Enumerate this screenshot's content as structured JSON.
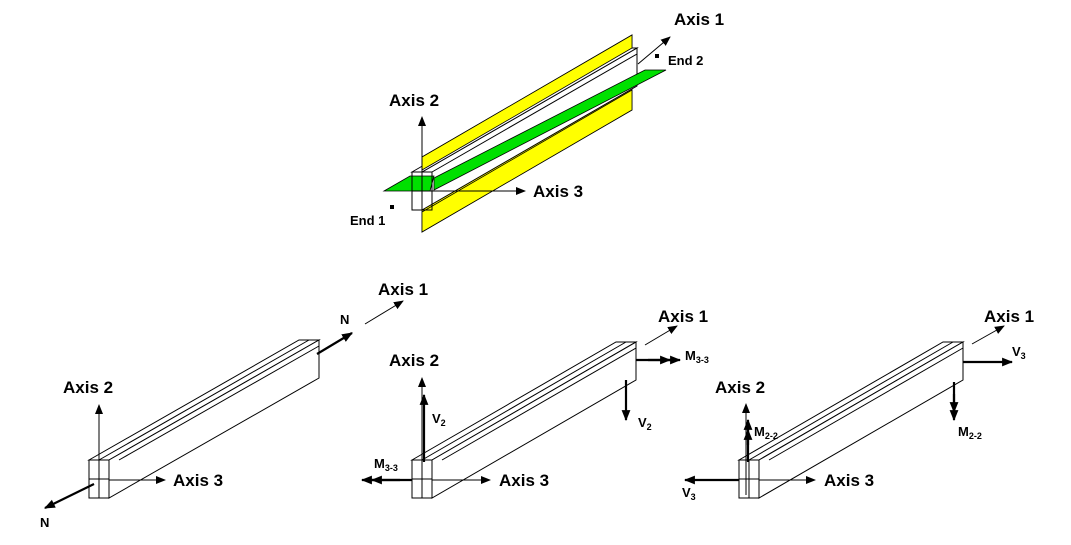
{
  "colors": {
    "plane_axis2": "#ffff00",
    "plane_axis3": "#00e000",
    "line": "#000000"
  },
  "top": {
    "axis1": "Axis 1",
    "axis2": "Axis 2",
    "axis3": "Axis 3",
    "end1": "End 1",
    "end2": "End 2"
  },
  "p1": {
    "axis1": "Axis 1",
    "axis2": "Axis 2",
    "axis3": "Axis 3",
    "n_top": "N",
    "n_bottom": "N"
  },
  "p2": {
    "axis1": "Axis 1",
    "axis2": "Axis 2",
    "axis3": "Axis 3",
    "v_main": "V",
    "v_sub": "2",
    "v_end_main": "V",
    "v_end_sub": "2",
    "m_main": "M",
    "m_sub": "3-3",
    "m_end_main": "M",
    "m_end_sub": "3-3"
  },
  "p3": {
    "axis1": "Axis 1",
    "axis2": "Axis 2",
    "axis3": "Axis 3",
    "m_main": "M",
    "m_sub": "2-2",
    "m_end_main": "M",
    "m_end_sub": "2-2",
    "v_main": "V",
    "v_sub": "3",
    "v_end_main": "V",
    "v_end_sub": "3"
  }
}
